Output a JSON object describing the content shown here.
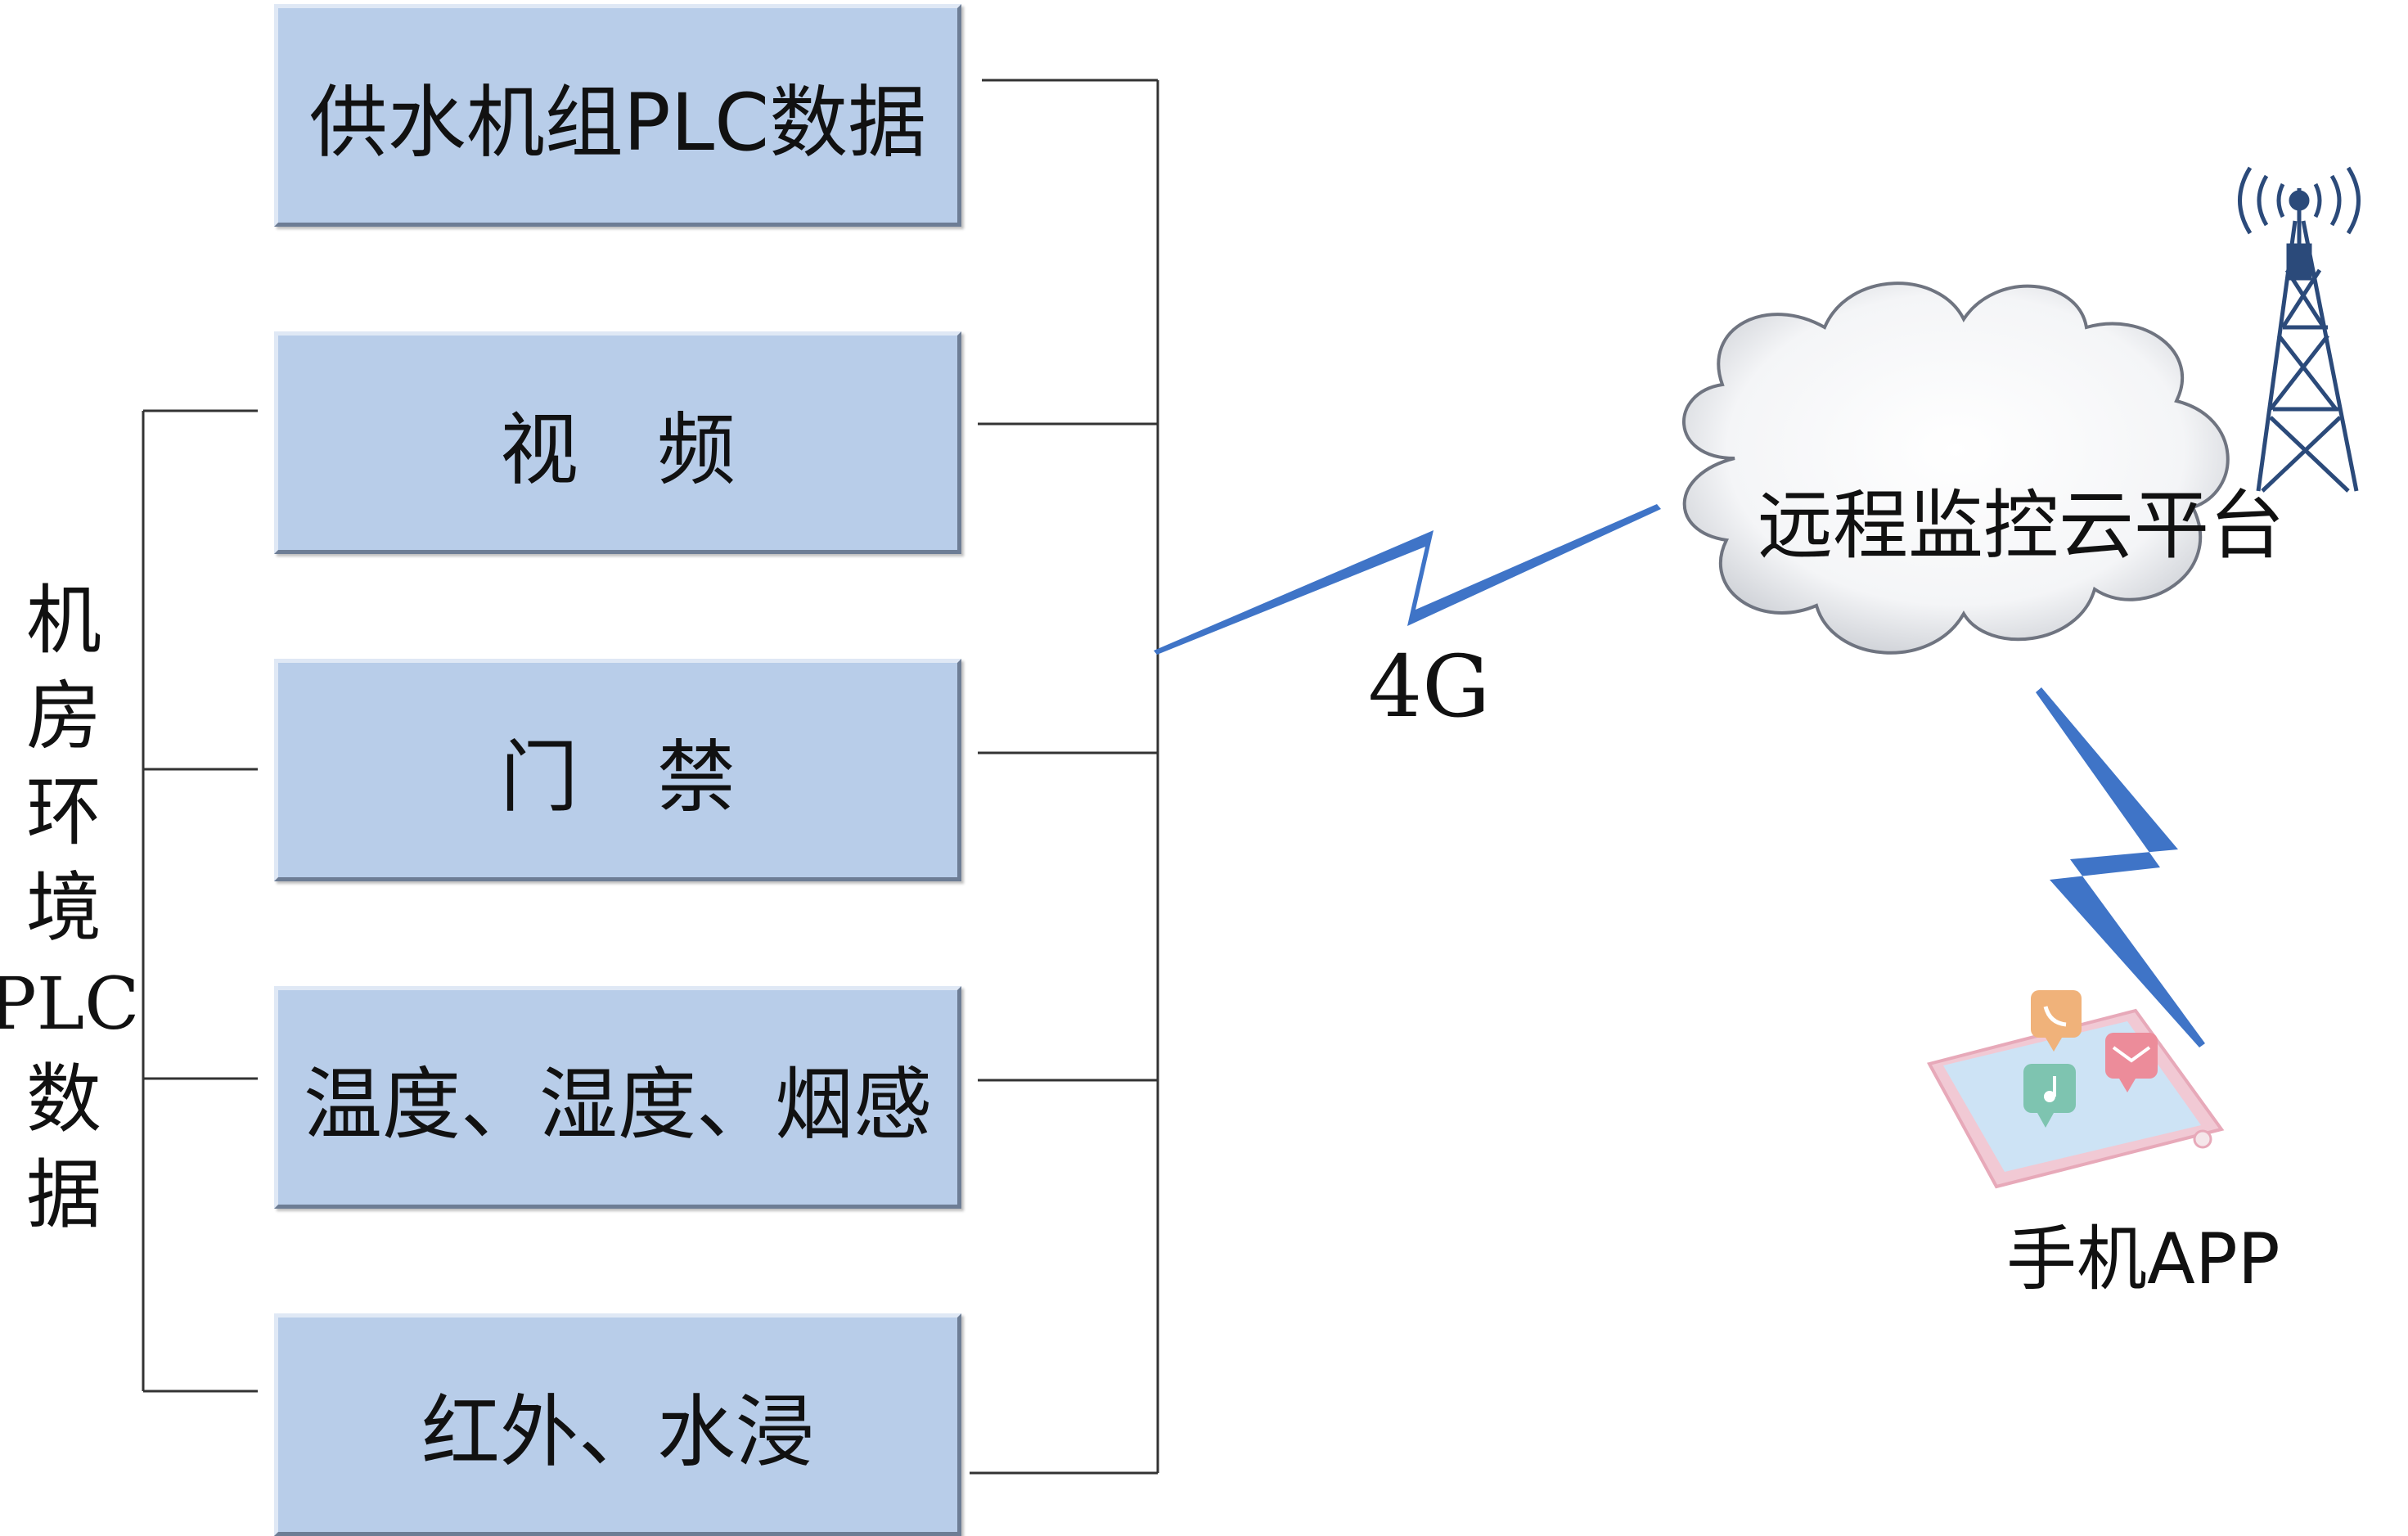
{
  "left_label": [
    "机",
    "房",
    "环",
    "境",
    "PLC",
    "数",
    "据"
  ],
  "boxes": [
    {
      "text": "供水机组PLC数据"
    },
    {
      "text": "视　频"
    },
    {
      "text": "门　禁"
    },
    {
      "text": "温度、湿度、烟感"
    },
    {
      "text": "红外、水浸"
    }
  ],
  "link_4g": "4G",
  "cloud_label": "远程监控云平台",
  "app_label": "手机APP",
  "colors": {
    "box_fill": "#b8cde9",
    "lightning": "#3f74c7",
    "line": "#333333"
  },
  "icons": [
    "cell-tower-icon",
    "cloud-icon",
    "phone-app-icon",
    "lightning-bolt-icon"
  ]
}
